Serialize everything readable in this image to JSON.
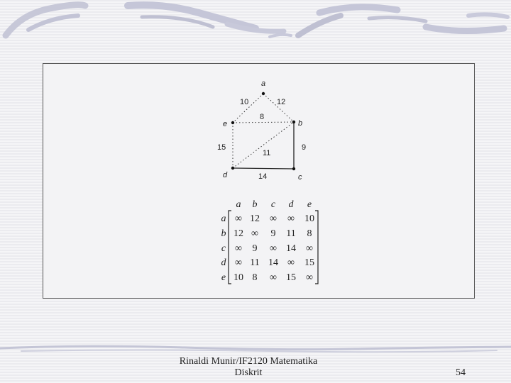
{
  "graph": {
    "vertices": [
      "a",
      "b",
      "c",
      "d",
      "e"
    ],
    "edges": [
      {
        "from": "a",
        "to": "e",
        "weight": "10"
      },
      {
        "from": "a",
        "to": "b",
        "weight": "12"
      },
      {
        "from": "e",
        "to": "b",
        "weight": "8"
      },
      {
        "from": "b",
        "to": "c",
        "weight": "9"
      },
      {
        "from": "e",
        "to": "d",
        "weight": "15"
      },
      {
        "from": "d",
        "to": "b",
        "weight": "11"
      },
      {
        "from": "d",
        "to": "c",
        "weight": "14"
      }
    ]
  },
  "matrix": {
    "col_headers": [
      "a",
      "b",
      "c",
      "d",
      "e"
    ],
    "row_headers": [
      "a",
      "b",
      "c",
      "d",
      "e"
    ],
    "cells": [
      [
        "∞",
        "12",
        "∞",
        "∞",
        "10"
      ],
      [
        "12",
        "∞",
        "9",
        "11",
        "8"
      ],
      [
        "∞",
        "9",
        "∞",
        "14",
        "∞"
      ],
      [
        "∞",
        "11",
        "14",
        "∞",
        "15"
      ],
      [
        "10",
        "8",
        "∞",
        "15",
        "∞"
      ]
    ]
  },
  "footer": {
    "line1": "Rinaldi Munir/IF2120 Matematika",
    "line2": "Diskrit"
  },
  "page_number": "54"
}
